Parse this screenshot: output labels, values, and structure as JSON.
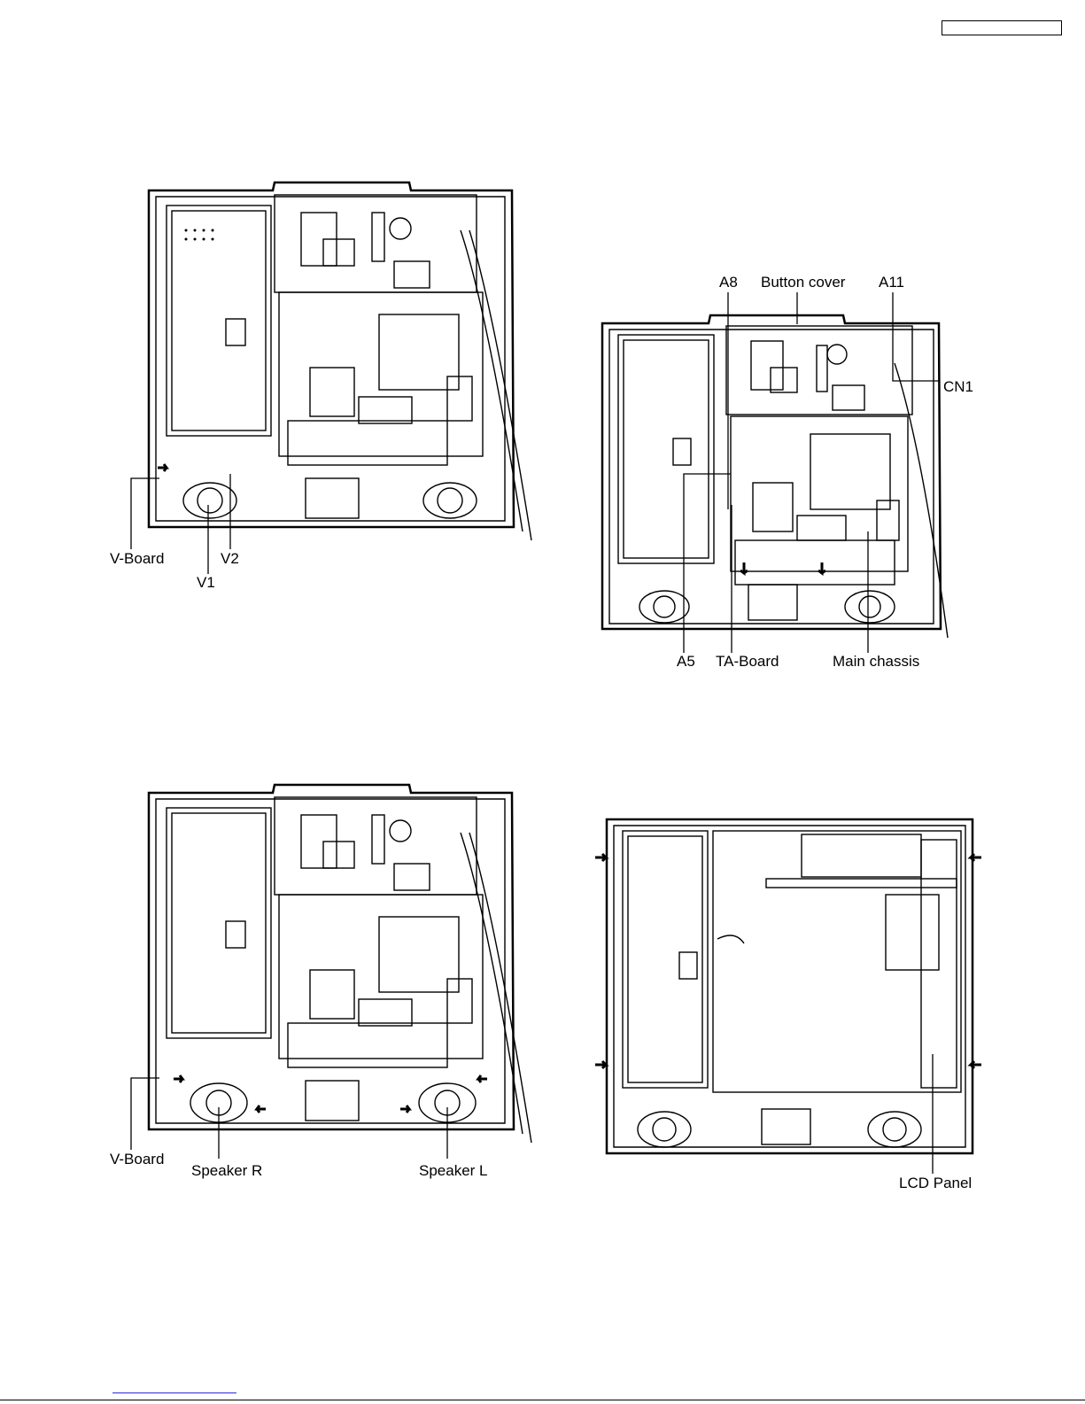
{
  "figure_1": {
    "labels": {
      "v_board": "V-Board",
      "v1": "V1",
      "v2": "V2"
    }
  },
  "figure_2": {
    "labels": {
      "a8": "A8",
      "button_cover": "Button cover",
      "a11": "A11",
      "cn1": "CN1",
      "a5": "A5",
      "ta_board": "TA-Board",
      "main_chassis": "Main chassis"
    }
  },
  "figure_3": {
    "labels": {
      "v_board": "V-Board",
      "speaker_r": "Speaker R",
      "speaker_l": "Speaker L"
    }
  },
  "figure_4": {
    "labels": {
      "lcd_panel": "LCD Panel"
    }
  }
}
